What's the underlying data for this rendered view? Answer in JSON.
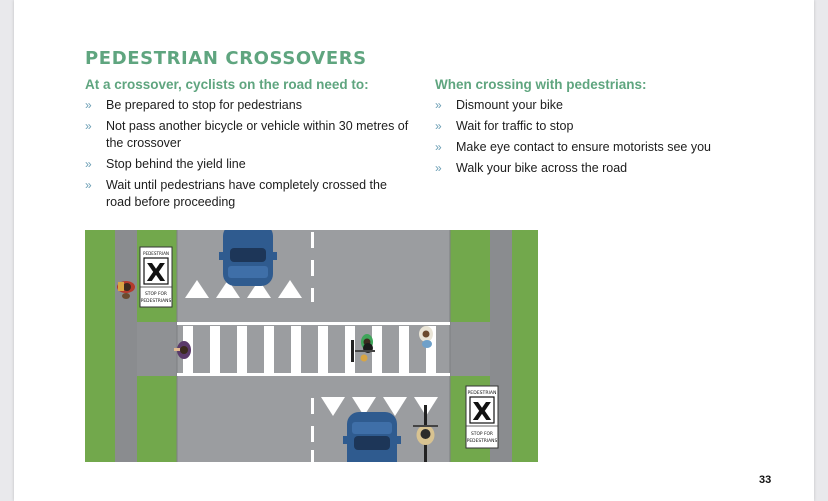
{
  "title": "PEDESTRIAN CROSSOVERS",
  "left": {
    "heading": "At a crossover, cyclists on the road need to:",
    "items": [
      "Be prepared to stop for pedestrians",
      "Not pass another bicycle or vehicle within 30 metres of the crossover",
      "Stop behind the yield line",
      "Wait until pedestrians have completely crossed the road before proceeding"
    ]
  },
  "right": {
    "heading": "When crossing with pedestrians:",
    "items": [
      "Dismount your bike",
      "Wait for traffic to stop",
      "Make eye contact to ensure motorists see you",
      "Walk your bike across the road"
    ]
  },
  "signs": {
    "top_label": "PEDESTRIAN",
    "symbol": "X",
    "bottom_label": "STOP FOR PEDESTRIANS"
  },
  "colors": {
    "heading_green": "#5fa57f",
    "grass": "#72a84c",
    "road": "#9b9da0",
    "sidewalk": "#8a8c8f",
    "car_blue": "#2f5b8f"
  },
  "page_number": "33"
}
